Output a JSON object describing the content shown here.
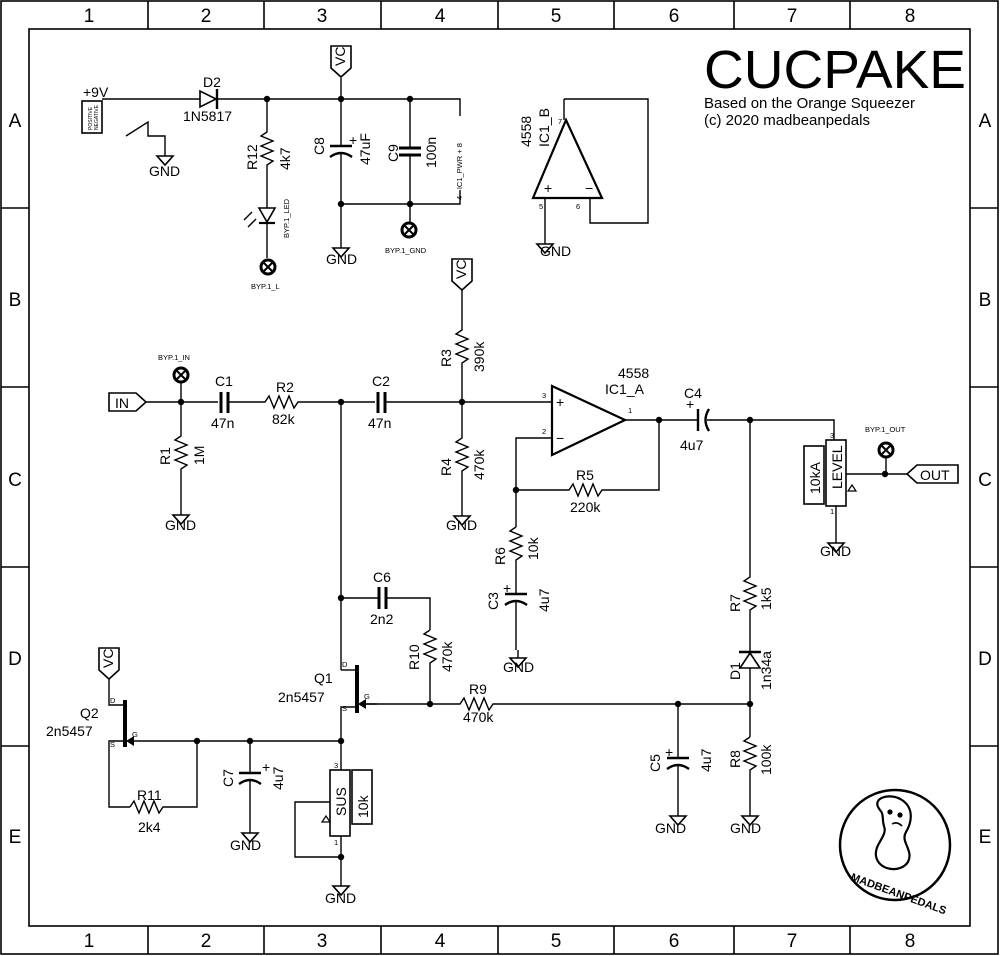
{
  "title": "CUCPAKE",
  "subtitle": "Based on the Orange Squeezer",
  "copyright": "(c) 2020 madbeanpedals",
  "logo_text": "MADBEANPEDALS",
  "border": {
    "cols": [
      "1",
      "2",
      "3",
      "4",
      "5",
      "6",
      "7",
      "8"
    ],
    "rows": [
      "A",
      "B",
      "C",
      "D",
      "E"
    ]
  },
  "power": {
    "supply": "+9V",
    "jack_text_1": "POSITIVE",
    "jack_text_2": "NEGATIVE",
    "vc_label": "VC",
    "gnd_label": "GND",
    "ic_pwr_pins": "4 - IC1_PWR + 8"
  },
  "ports": {
    "in": "IN",
    "out": "OUT"
  },
  "bypass": {
    "in": "BYP.1_IN",
    "out": "BYP.1_OUT",
    "led": "BYP.1_LED",
    "l": "BYP.1_L",
    "gnd": "BYP.1_GND"
  },
  "ic": {
    "part_a": "4558",
    "name_a": "IC1_A",
    "part_b": "4558",
    "name_b": "IC1_B",
    "pins": {
      "a_plus": "3",
      "a_minus": "2",
      "a_out": "1",
      "b_plus": "5",
      "b_minus": "6",
      "b_out": "7"
    }
  },
  "components": {
    "D2": {
      "ref": "D2",
      "value": "1N5817"
    },
    "R12": {
      "ref": "R12",
      "value": "4k7"
    },
    "C8": {
      "ref": "C8",
      "value": "47uF"
    },
    "C9": {
      "ref": "C9",
      "value": "100n"
    },
    "C1": {
      "ref": "C1",
      "value": "47n"
    },
    "R2": {
      "ref": "R2",
      "value": "82k"
    },
    "C2": {
      "ref": "C2",
      "value": "47n"
    },
    "R1": {
      "ref": "R1",
      "value": "1M"
    },
    "R3": {
      "ref": "R3",
      "value": "390k"
    },
    "R4": {
      "ref": "R4",
      "value": "470k"
    },
    "C4": {
      "ref": "C4",
      "value": "4u7"
    },
    "R5": {
      "ref": "R5",
      "value": "220k"
    },
    "R6": {
      "ref": "R6",
      "value": "10k"
    },
    "C3": {
      "ref": "C3",
      "value": "4u7"
    },
    "C6": {
      "ref": "C6",
      "value": "2n2"
    },
    "R10": {
      "ref": "R10",
      "value": "470k"
    },
    "Q1": {
      "ref": "Q1",
      "value": "2n5457"
    },
    "Q2": {
      "ref": "Q2",
      "value": "2n5457"
    },
    "R9": {
      "ref": "R9",
      "value": "470k"
    },
    "R7": {
      "ref": "R7",
      "value": "1k5"
    },
    "D1": {
      "ref": "D1",
      "value": "1n34a"
    },
    "C5": {
      "ref": "C5",
      "value": "4u7"
    },
    "R8": {
      "ref": "R8",
      "value": "100k"
    },
    "R11": {
      "ref": "R11",
      "value": "2k4"
    },
    "C7": {
      "ref": "C7",
      "value": "4u7"
    },
    "LEVEL": {
      "ref": "LEVEL",
      "value": "10kA"
    },
    "SUS": {
      "ref": "SUS",
      "value": "10k"
    }
  },
  "pot_pins": {
    "p1": "1",
    "p3": "3"
  },
  "fet_pins": {
    "d": "D",
    "g": "G",
    "s": "S"
  }
}
